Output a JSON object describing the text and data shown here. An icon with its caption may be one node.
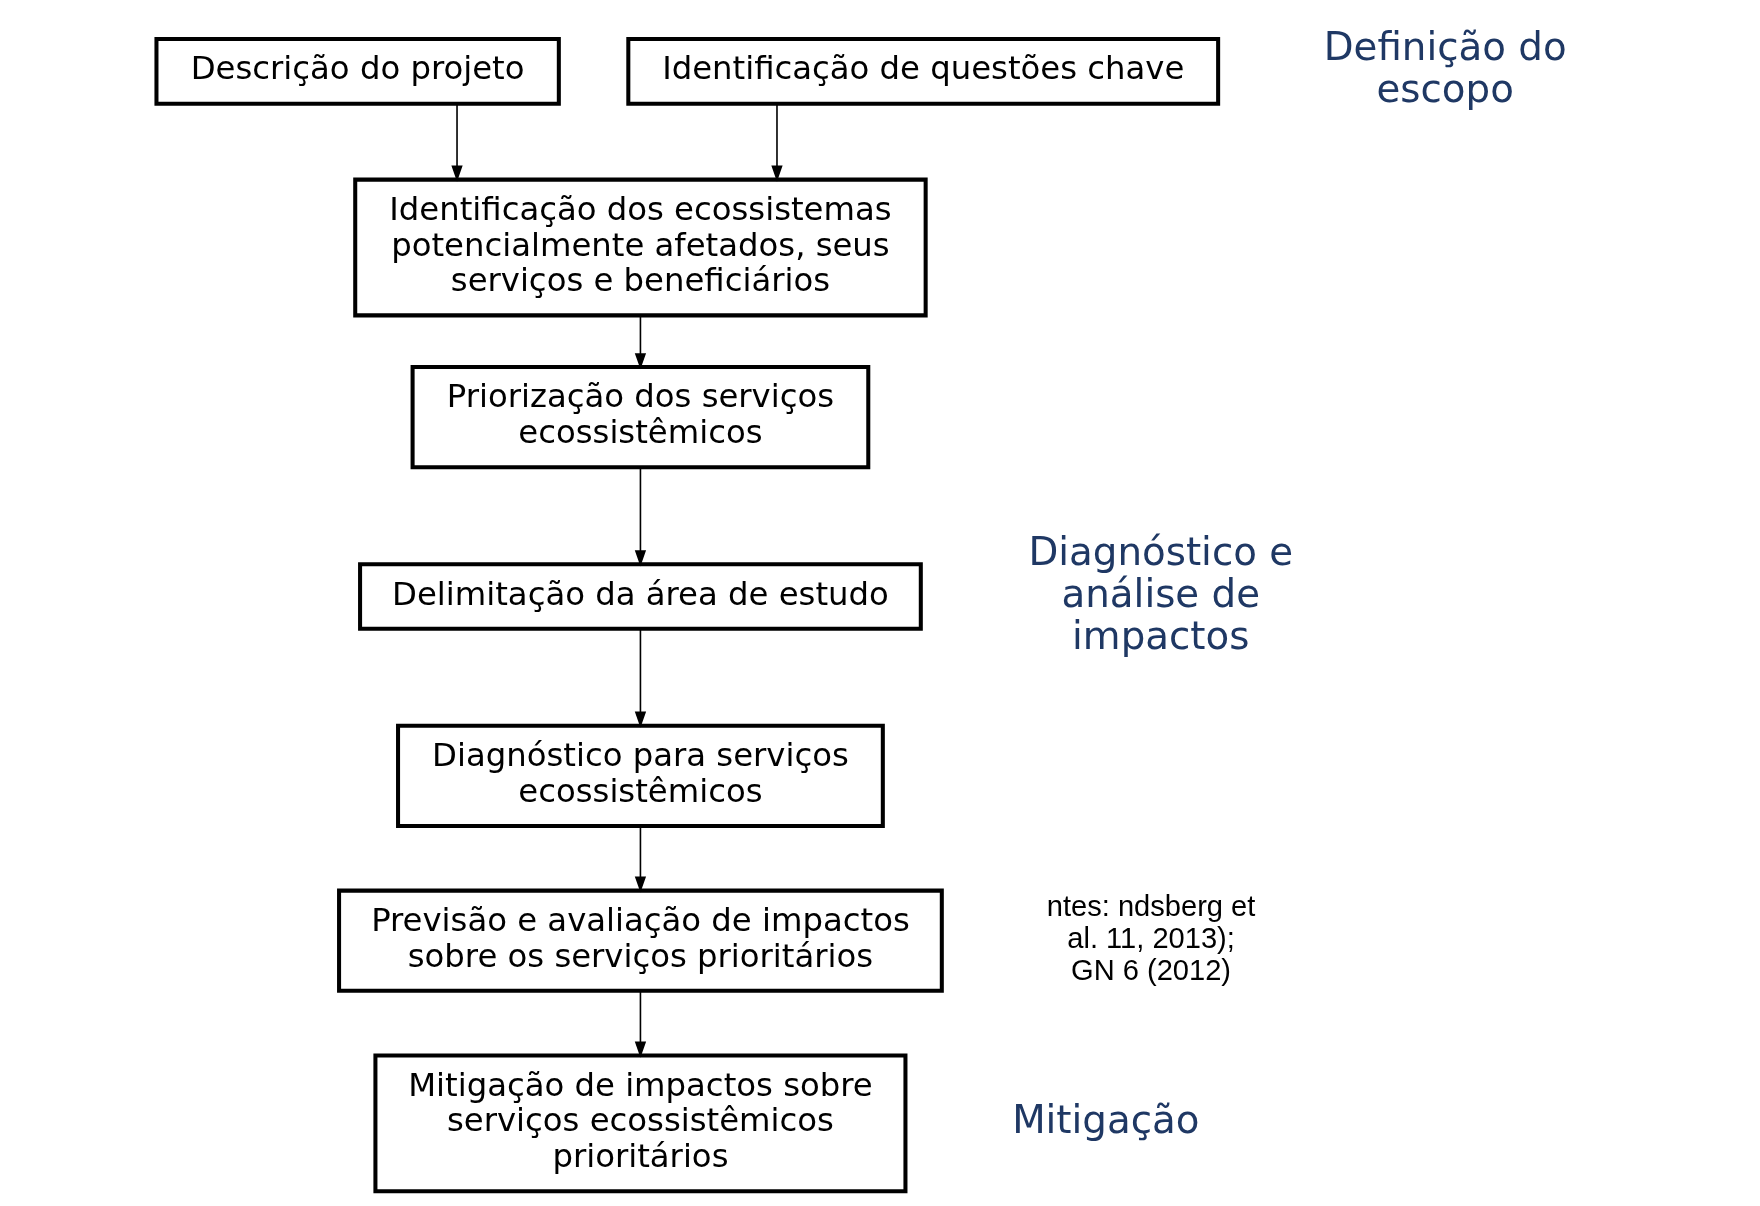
{
  "diagram": {
    "nodes": [
      {
        "text": [
          "Descrição do projeto"
        ]
      },
      {
        "text": [
          "Identificação de questões chave"
        ]
      },
      {
        "text": [
          "Identificação dos ecossistemas potencialmente afetados, seus serviços e beneficiários"
        ]
      },
      {
        "text": [
          "Priorização dos serviços ecossistêmicos"
        ]
      },
      {
        "text": [
          "Delimitação da área de estudo"
        ]
      },
      {
        "text": [
          "Diagnóstico para serviços ecossistêmicos"
        ]
      },
      {
        "text": [
          "Previsão e avaliação de impactos sobre os serviços prioritários"
        ]
      },
      {
        "text": [
          "Mitigação de impactos sobre serviços ecossistêmicos prioritários"
        ]
      }
    ],
    "edges": [
      {
        "from": 0,
        "to": 2,
        "arrow": "to"
      },
      {
        "from": 1,
        "to": 2,
        "arrow": "to"
      },
      {
        "from": 2,
        "to": 3,
        "arrow": "to"
      },
      {
        "from": 3,
        "to": 4,
        "arrow": "to"
      },
      {
        "from": 4,
        "to": 5,
        "arrow": "to"
      },
      {
        "from": 5,
        "to": 6,
        "arrow": "to"
      },
      {
        "from": 6,
        "to": 7,
        "arrow": "to"
      }
    ],
    "labels": [
      "Definição do escopo",
      "Diagnóstico e análise de impactos",
      "ntes: ndsberg et al. 11, 2013); GN 6 (2012)",
      "Mitigação"
    ]
  }
}
